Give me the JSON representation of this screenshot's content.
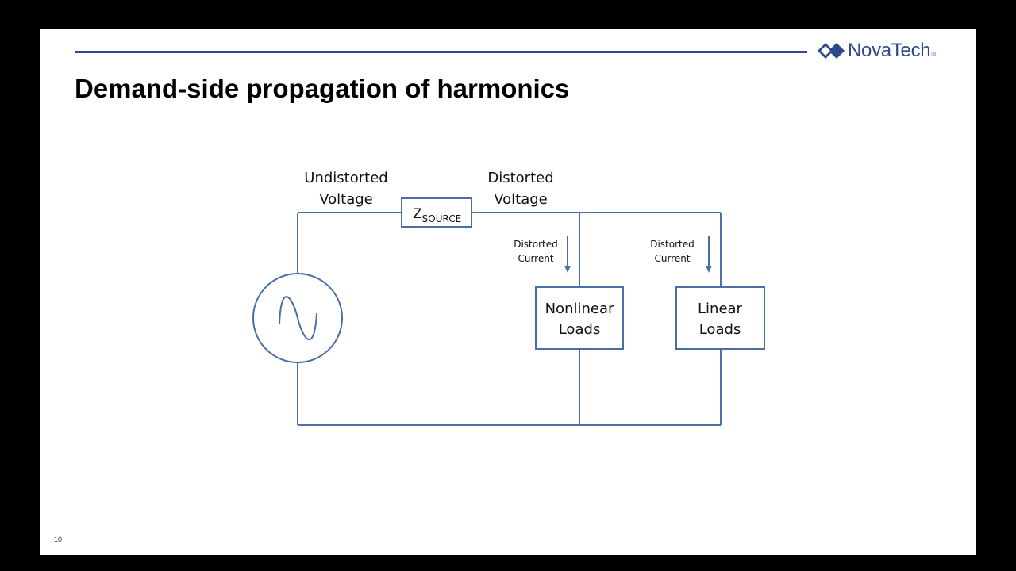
{
  "slide": {
    "title": "Demand-side propagation of harmonics",
    "page_number": "10"
  },
  "logo": {
    "text": "NovaTech",
    "registered": "®",
    "color": "#2e4a8c"
  },
  "diagram": {
    "labels": {
      "undistorted_voltage": [
        "Undistorted",
        "Voltage"
      ],
      "distorted_voltage": [
        "Distorted",
        "Voltage"
      ],
      "z_main": "Z",
      "z_sub": "SOURCE",
      "current_left": [
        "Distorted",
        "Current"
      ],
      "current_right": [
        "Distorted",
        "Current"
      ],
      "nonlinear": [
        "Nonlinear",
        "Loads"
      ],
      "linear": [
        "Linear",
        "Loads"
      ]
    },
    "wire_color": "#4a6fa5"
  }
}
